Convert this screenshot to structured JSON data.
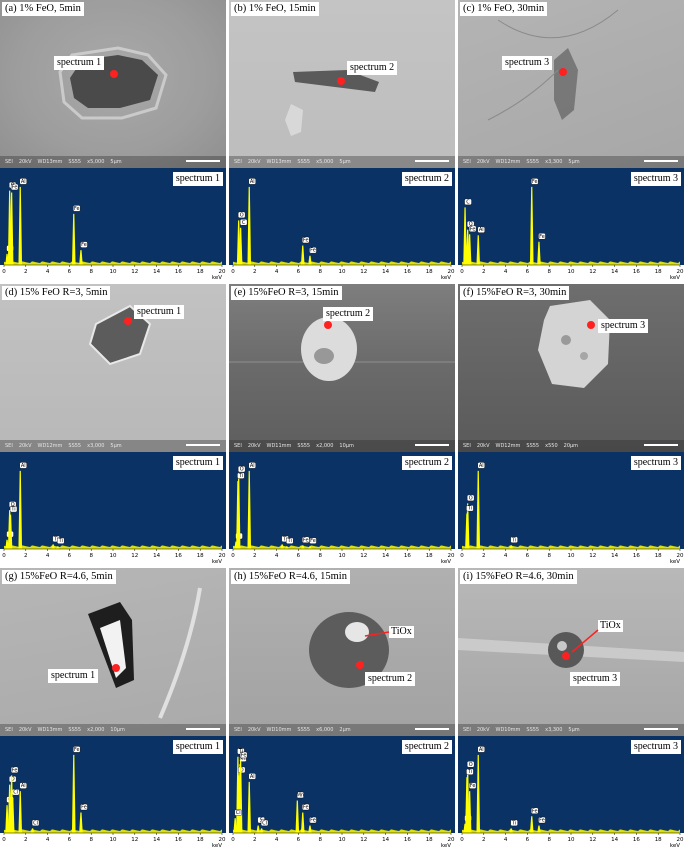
{
  "colors": {
    "eds_background": "#0a3265",
    "peak": "#ffff00",
    "marker": "#ff2020"
  },
  "x_axis": {
    "unit": "keV",
    "ticks": [
      "0",
      "2",
      "4",
      "6",
      "8",
      "10",
      "12",
      "14",
      "16",
      "18",
      "20"
    ]
  },
  "panels": [
    {
      "label": "(a) 1% FeO, 5min",
      "spectrum_label": "spectrum 1",
      "sem_bar": [
        "SEI",
        "20kV",
        "WD13mm",
        "SS55",
        "x5,000",
        "5μm"
      ],
      "peaks": [
        {
          "element": "C",
          "energy": 0.28,
          "height": 0.12
        },
        {
          "element": "O",
          "energy": 0.52,
          "height": 0.8
        },
        {
          "element": "Fe",
          "energy": 0.7,
          "height": 0.78
        },
        {
          "element": "Al",
          "energy": 1.49,
          "height": 0.84
        },
        {
          "element": "Fe",
          "energy": 6.4,
          "height": 0.55
        },
        {
          "element": "Fe",
          "energy": 7.06,
          "height": 0.16
        }
      ]
    },
    {
      "label": "(b) 1% FeO, 15min",
      "spectrum_label": "spectrum 2",
      "sem_bar": [
        "SEI",
        "20kV",
        "WD13mm",
        "SS55",
        "x5,000",
        "5μm"
      ],
      "peaks": [
        {
          "element": "Al",
          "energy": 1.49,
          "height": 0.84
        },
        {
          "element": "O",
          "energy": 0.52,
          "height": 0.48
        },
        {
          "element": "C",
          "energy": 0.7,
          "height": 0.4
        },
        {
          "element": "Fe",
          "energy": 6.4,
          "height": 0.21
        },
        {
          "element": "Fe",
          "energy": 7.06,
          "height": 0.1
        }
      ]
    },
    {
      "label": "(c) 1% FeO, 30min",
      "spectrum_label": "spectrum 3",
      "sem_bar": [
        "SEI",
        "20kV",
        "WD12mm",
        "SS55",
        "x3,300",
        "5μm"
      ],
      "peaks": [
        {
          "element": "C",
          "energy": 0.28,
          "height": 0.62
        },
        {
          "element": "O",
          "energy": 0.52,
          "height": 0.38
        },
        {
          "element": "Fe",
          "energy": 0.7,
          "height": 0.33
        },
        {
          "element": "Al",
          "energy": 1.49,
          "height": 0.32
        },
        {
          "element": "Fe",
          "energy": 6.4,
          "height": 0.84
        },
        {
          "element": "Fe",
          "energy": 7.06,
          "height": 0.25
        }
      ]
    },
    {
      "label": "(d) 15% FeO R=3, 5min",
      "spectrum_label": "spectrum 1",
      "sem_bar": [
        "SEI",
        "20kV",
        "WD12mm",
        "SS55",
        "x3,000",
        "5μm"
      ],
      "peaks": [
        {
          "element": "C",
          "energy": 0.28,
          "height": 0.1
        },
        {
          "element": "O",
          "energy": 0.52,
          "height": 0.42
        },
        {
          "element": "Ti",
          "energy": 0.6,
          "height": 0.37
        },
        {
          "element": "Al",
          "energy": 1.49,
          "height": 0.84
        },
        {
          "element": "Ti",
          "energy": 4.51,
          "height": 0.05
        },
        {
          "element": "Ti",
          "energy": 4.93,
          "height": 0.03
        }
      ]
    },
    {
      "label": "(e) 15%FeO R=3, 15min",
      "spectrum_label": "spectrum 2",
      "sem_bar": [
        "SEI",
        "20kV",
        "WD11mm",
        "SS55",
        "x2,000",
        "10μm"
      ],
      "peaks": [
        {
          "element": "C",
          "energy": 0.28,
          "height": 0.08
        },
        {
          "element": "O",
          "energy": 0.52,
          "height": 0.8
        },
        {
          "element": "Ti",
          "energy": 0.45,
          "height": 0.73
        },
        {
          "element": "Al",
          "energy": 1.49,
          "height": 0.84
        },
        {
          "element": "Ti",
          "energy": 4.51,
          "height": 0.05
        },
        {
          "element": "Ti",
          "energy": 4.93,
          "height": 0.03
        },
        {
          "element": "Fe",
          "energy": 6.4,
          "height": 0.04
        },
        {
          "element": "Fe",
          "energy": 7.06,
          "height": 0.03
        }
      ]
    },
    {
      "label": "(f) 15%FeO R=3, 30min",
      "spectrum_label": "spectrum 3",
      "sem_bar": [
        "SEI",
        "20kV",
        "WD12mm",
        "SS55",
        "x550",
        "20μm"
      ],
      "peaks": [
        {
          "element": "O",
          "energy": 0.52,
          "height": 0.49
        },
        {
          "element": "Ti",
          "energy": 0.45,
          "height": 0.38
        },
        {
          "element": "Al",
          "energy": 1.49,
          "height": 0.84
        },
        {
          "element": "Ti",
          "energy": 4.51,
          "height": 0.04
        }
      ]
    },
    {
      "label": "(g) 15%FeO R=4.6, 5min",
      "spectrum_label": "spectrum 1",
      "sem_bar": [
        "SEI",
        "20kV",
        "WD13mm",
        "SS55",
        "x2,000",
        "10μm"
      ],
      "peaks": [
        {
          "element": "C",
          "energy": 0.28,
          "height": 0.3
        },
        {
          "element": "O",
          "energy": 0.52,
          "height": 0.52
        },
        {
          "element": "Cl",
          "energy": 0.8,
          "height": 0.38
        },
        {
          "element": "Fe",
          "energy": 0.7,
          "height": 0.62
        },
        {
          "element": "Al",
          "energy": 1.49,
          "height": 0.45
        },
        {
          "element": "Cl",
          "energy": 2.62,
          "height": 0.05
        },
        {
          "element": "Fe",
          "energy": 6.4,
          "height": 0.84
        },
        {
          "element": "Fe",
          "energy": 7.06,
          "height": 0.22
        }
      ]
    },
    {
      "label": "(h) 15%FeO R=4.6, 15min",
      "spectrum_label": "spectrum 2",
      "sem_bar": [
        "SEI",
        "20kV",
        "WD10mm",
        "SS55",
        "x6,000",
        "2μm"
      ],
      "peaks": [
        {
          "element": "Ti",
          "energy": 0.45,
          "height": 0.82
        },
        {
          "element": "Mn",
          "energy": 0.64,
          "height": 0.74
        },
        {
          "element": "O",
          "energy": 0.52,
          "height": 0.62
        },
        {
          "element": "Fe",
          "energy": 0.7,
          "height": 0.78
        },
        {
          "element": "Cl",
          "energy": 0.2,
          "height": 0.16
        },
        {
          "element": "Al",
          "energy": 1.49,
          "height": 0.55
        },
        {
          "element": "S",
          "energy": 2.31,
          "height": 0.08
        },
        {
          "element": "Cl",
          "energy": 2.62,
          "height": 0.05
        },
        {
          "element": "Mn",
          "energy": 5.9,
          "height": 0.35
        },
        {
          "element": "Fe",
          "energy": 6.4,
          "height": 0.22
        },
        {
          "element": "Fe",
          "energy": 7.06,
          "height": 0.08
        }
      ]
    },
    {
      "label": "(i) 15%FeO R=4.6, 30min",
      "spectrum_label": "spectrum 3",
      "sem_bar": [
        "SEI",
        "20kV",
        "WD10mm",
        "SS55",
        "x3,300",
        "5μm"
      ],
      "peaks": [
        {
          "element": "C",
          "energy": 0.28,
          "height": 0.1
        },
        {
          "element": "O",
          "energy": 0.52,
          "height": 0.68
        },
        {
          "element": "Ti",
          "energy": 0.45,
          "height": 0.6
        },
        {
          "element": "Fe",
          "energy": 0.7,
          "height": 0.45
        },
        {
          "element": "Al",
          "energy": 1.49,
          "height": 0.84
        },
        {
          "element": "Ti",
          "energy": 4.51,
          "height": 0.05
        },
        {
          "element": "Fe",
          "energy": 6.4,
          "height": 0.18
        },
        {
          "element": "Fe",
          "energy": 7.06,
          "height": 0.08
        }
      ]
    }
  ],
  "annotations": {
    "tiox": "TiOx"
  }
}
